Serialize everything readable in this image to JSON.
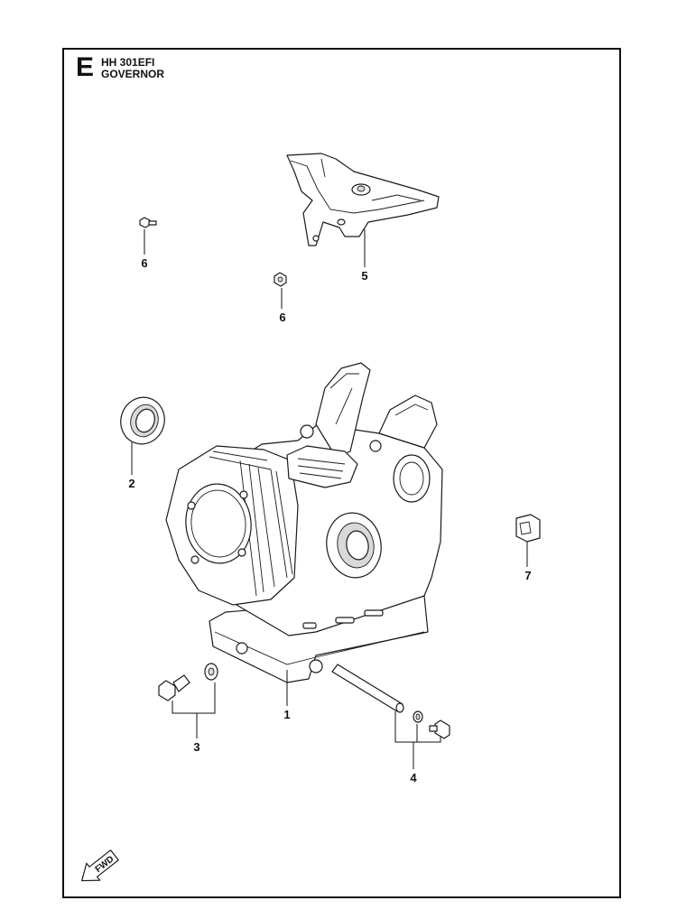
{
  "header": {
    "section_letter": "E",
    "model": "HH 301EFI",
    "title": "GOVERNOR"
  },
  "callouts": [
    {
      "id": "1",
      "label": "1"
    },
    {
      "id": "2",
      "label": "2"
    },
    {
      "id": "3",
      "label": "3"
    },
    {
      "id": "4",
      "label": "4"
    },
    {
      "id": "5",
      "label": "5"
    },
    {
      "id": "6a",
      "label": "6"
    },
    {
      "id": "6b",
      "label": "6"
    },
    {
      "id": "7",
      "label": "7"
    }
  ],
  "fwd_arrow": {
    "label": "FWD"
  }
}
